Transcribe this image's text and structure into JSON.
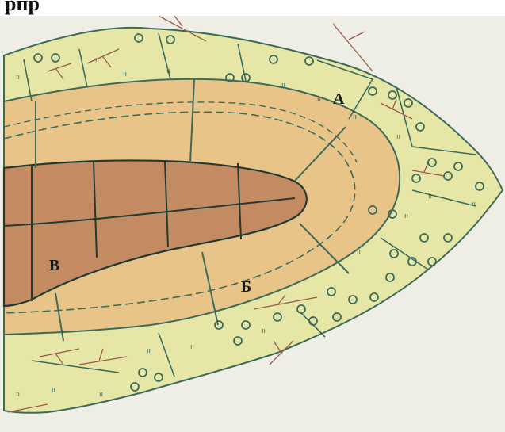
{
  "heading_fragment": "рпр",
  "labels": {
    "a": "А",
    "b": "Б",
    "v": "В"
  },
  "colors": {
    "paper": "#efeee6",
    "outer_layer": "#e6e7a6",
    "middle_layer": "#e8c489",
    "core": "#c48a62",
    "outline": "#3d6b59",
    "root_hairs": "#9b5a4c"
  }
}
